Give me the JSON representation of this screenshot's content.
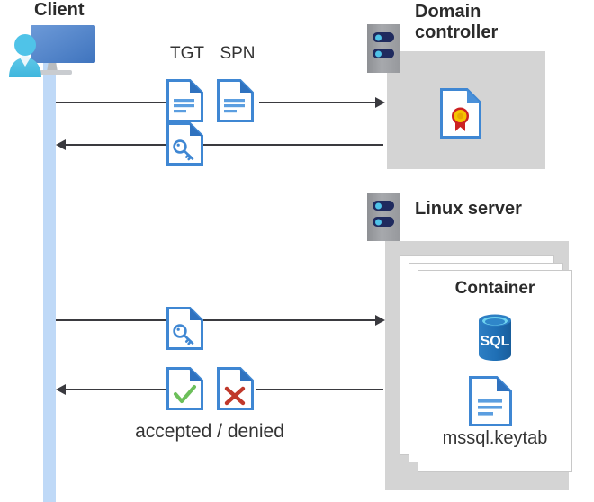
{
  "diagram": {
    "type": "sequence-architecture",
    "description": "Kerberos authentication flow between a client, a domain controller and a SQL Server container on a Linux server"
  },
  "actors": {
    "client": {
      "label": "Client",
      "icon": "client-workstation-icon"
    },
    "domain_controller": {
      "label": "Domain\ncontroller",
      "server_icon": "server-rack-icon",
      "contents": [
        {
          "icon": "certificate-icon",
          "label": ""
        }
      ]
    },
    "linux_server": {
      "label": "Linux server",
      "server_icon": "server-rack-icon",
      "container": {
        "label": "Container",
        "items": [
          {
            "icon": "sql-database-icon",
            "label": "SQL"
          },
          {
            "icon": "keytab-document-icon",
            "label": "mssql.keytab"
          }
        ]
      }
    }
  },
  "messages": [
    {
      "id": "msg-1",
      "direction": "right",
      "from": "client",
      "to": "domain_controller",
      "icons": [
        {
          "name": "tgt-document-icon",
          "label": "TGT"
        },
        {
          "name": "spn-document-icon",
          "label": "SPN"
        }
      ],
      "caption": ""
    },
    {
      "id": "msg-2",
      "direction": "left",
      "from": "domain_controller",
      "to": "client",
      "icons": [
        {
          "name": "service-ticket-key-icon",
          "label": ""
        }
      ],
      "caption": ""
    },
    {
      "id": "msg-3",
      "direction": "right",
      "from": "client",
      "to": "linux_server",
      "icons": [
        {
          "name": "service-ticket-key-icon",
          "label": ""
        }
      ],
      "caption": ""
    },
    {
      "id": "msg-4",
      "direction": "left",
      "from": "linux_server",
      "to": "client",
      "icons": [
        {
          "name": "accepted-check-document-icon",
          "label": ""
        },
        {
          "name": "denied-cross-document-icon",
          "label": ""
        }
      ],
      "caption": "accepted / denied"
    }
  ],
  "labels": {
    "tgt": "TGT",
    "spn": "SPN",
    "accepted_denied": "accepted / denied",
    "container": "Container",
    "keytab": "mssql.keytab",
    "sql": "SQL"
  },
  "colors": {
    "panel_gray": "#d4d4d4",
    "lifeline_blue": "#bfd9f7",
    "doc_blue": "#3f87d3",
    "doc_fold_blue": "#2f72bf",
    "accent_dark_text": "#2b2b2b",
    "line_dark": "#3a3a3f",
    "check_green": "#6cbf5a",
    "cross_red": "#c0392b",
    "seal_gold": "#f5c400",
    "seal_red": "#cc2222",
    "sql_blue": "#1f6fb5",
    "server_navy": "#1f2a5e",
    "server_dot_cyan": "#4fc3e8",
    "monitor_blue": "#5b8fd0",
    "person_cyan": "#4fc3e8"
  }
}
